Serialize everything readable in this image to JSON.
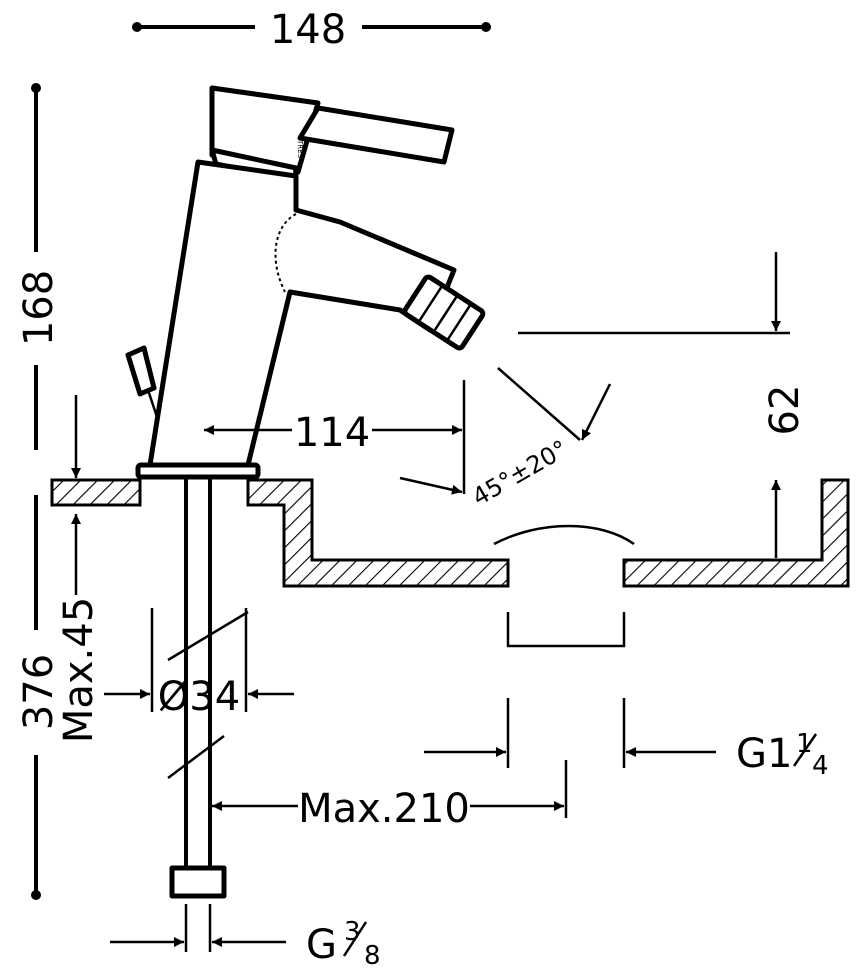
{
  "diagram": {
    "dimensions": {
      "width_top": "148",
      "height_body": "168",
      "spout_reach": "114",
      "spray_angle": "45°±20°",
      "spout_height": "62",
      "deck_thickness": "Max.45",
      "hose_length": "376",
      "hole_diameter": "Ø34",
      "max_reach": "Max.210",
      "waste_thread_main": "G1",
      "waste_thread_num": "1",
      "waste_thread_den": "4",
      "supply_thread_main": "G",
      "supply_thread_num": "3",
      "supply_thread_den": "8"
    },
    "logo_text": "TRES"
  }
}
